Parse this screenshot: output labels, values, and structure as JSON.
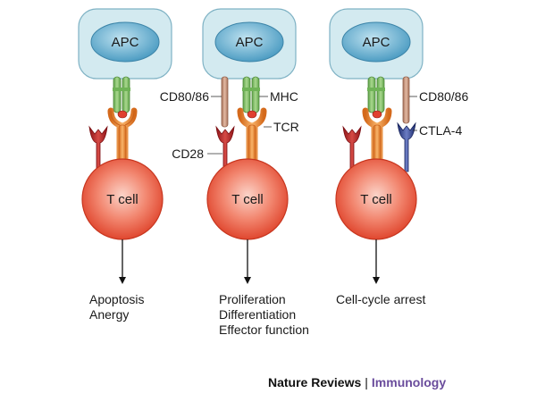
{
  "labels": {
    "apc": "APC",
    "t_cell": "T cell",
    "cd80_86": "CD80/86",
    "mhc": "MHC",
    "tcr": "TCR",
    "cd28": "CD28",
    "ctla4": "CTLA-4"
  },
  "outcomes": {
    "left": [
      "Apoptosis",
      "Anergy"
    ],
    "middle": [
      "Proliferation",
      "Differentiation",
      "Effector function"
    ],
    "right": [
      "Cell-cycle arrest"
    ]
  },
  "credit": {
    "publisher": "Nature Reviews",
    "separator": "|",
    "journal": "Immunology"
  },
  "colors": {
    "apc_fill": "#cfe8ee",
    "apc_nucleus": "#4f9fc4",
    "t_cell": "#e8533e",
    "mhc": "#8cc56d",
    "tcr": "#ef8c2a",
    "cd28": "#b32024",
    "cd80_86": "#c9937a",
    "ctla4": "#2c3f8c",
    "journal": "#6a4c9c"
  }
}
